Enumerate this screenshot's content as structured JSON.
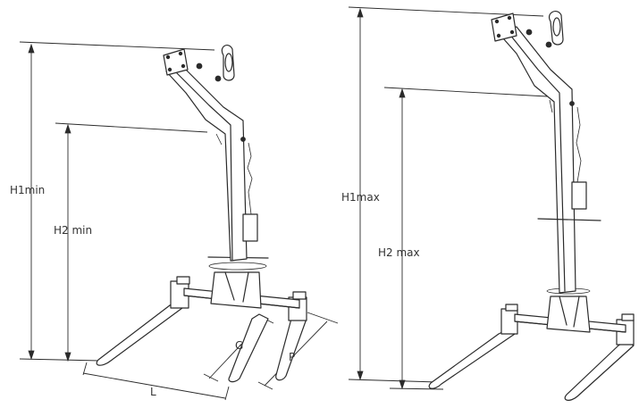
{
  "labels": {
    "h1_min": "H1min",
    "h2_min": "H2 min",
    "h1_max": "H1max",
    "h2_max": "H2 max",
    "length": "L",
    "gap": "G",
    "pitch": "P"
  }
}
